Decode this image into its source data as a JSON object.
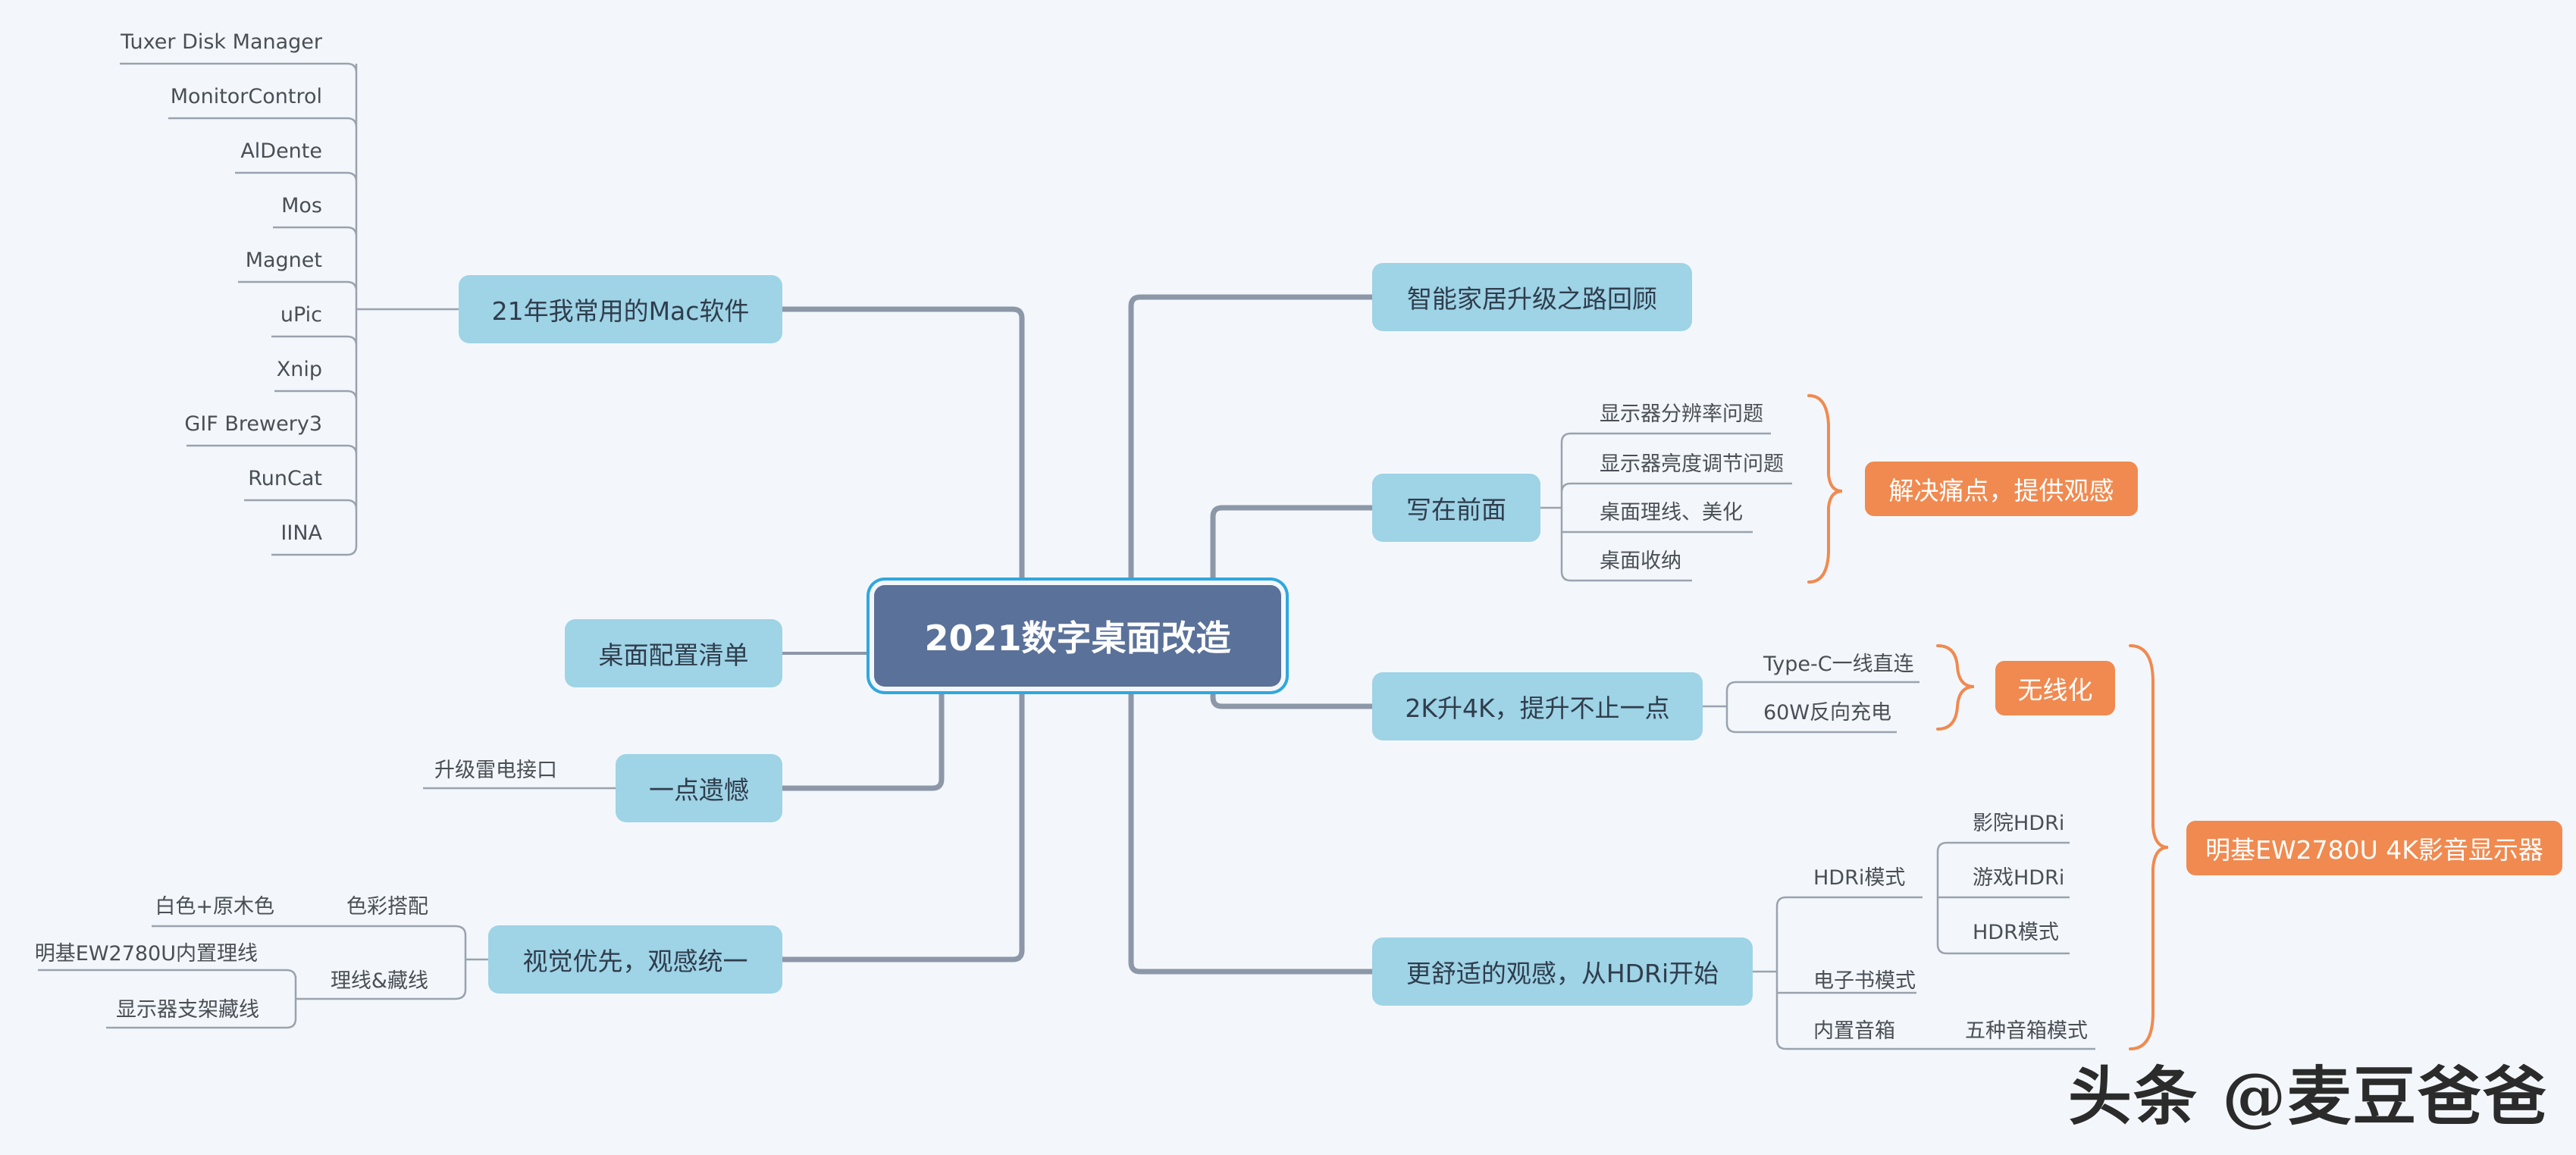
{
  "central": {
    "label": "2021数字桌面改造"
  },
  "left": {
    "mac_software": {
      "label": "21年我常用的Mac软件",
      "items": [
        "Tuxer Disk Manager",
        "MonitorControl",
        "AlDente",
        "Mos",
        "Magnet",
        "uPic",
        "Xnip",
        "GIF Brewery3",
        "RunCat",
        "IINA"
      ]
    },
    "desk_config": {
      "label": "桌面配置清单"
    },
    "regret": {
      "label": "一点遗憾",
      "items": [
        "升级雷电接口"
      ]
    },
    "visual": {
      "label": "视觉优先，观感统一",
      "color_match": {
        "label": "色彩搭配",
        "items": [
          "白色+原木色"
        ]
      },
      "cable": {
        "label": "理线&藏线",
        "items": [
          "明基EW2780U内置理线",
          "显示器支架藏线"
        ]
      }
    }
  },
  "right": {
    "smart_home": {
      "label": "智能家居升级之路回顾"
    },
    "preface": {
      "label": "写在前面",
      "items": [
        "显示器分辨率问题",
        "显示器亮度调节问题",
        "桌面理线、美化",
        "桌面收纳"
      ],
      "summary": "解决痛点，提供观感"
    },
    "upgrade": {
      "label": "2K升4K，提升不止一点",
      "items": [
        "Type-C一线直连",
        "60W反向充电"
      ],
      "summary": "无线化"
    },
    "hdri": {
      "label": "更舒适的观感，从HDRi开始",
      "mode": {
        "label": "HDRi模式",
        "items": [
          "影院HDRi",
          "游戏HDRi",
          "HDR模式"
        ]
      },
      "ebook": {
        "label": "电子书模式"
      },
      "speaker": {
        "label": "内置音箱",
        "items": [
          "五种音箱模式"
        ]
      }
    },
    "product_summary": "明基EW2780U 4K影音显示器"
  },
  "watermark": "头条 @麦豆爸爸",
  "colors": {
    "background": "#f3f7fb",
    "central_fill": "#5a7199",
    "central_outline": "#30a7df",
    "topic_fill": "#9fd3e6",
    "summary_fill": "#f08a50",
    "trunk_line": "#8c97a8",
    "branch_line": "#9aa2ae"
  }
}
